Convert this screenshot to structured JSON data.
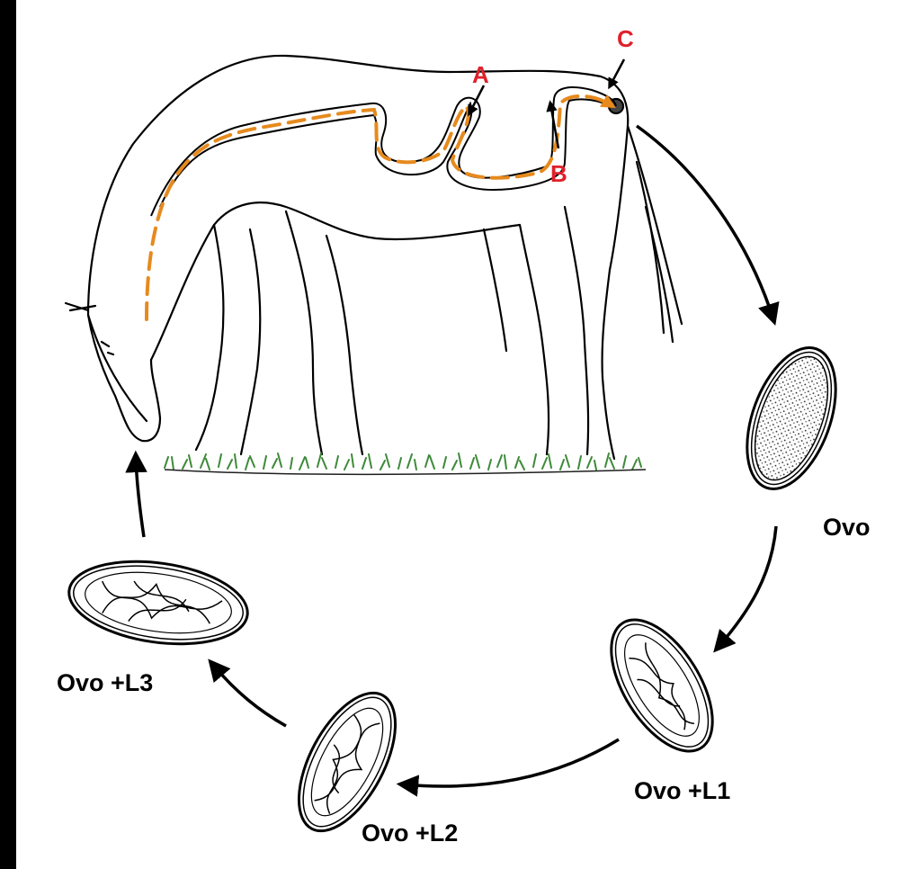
{
  "markers": {
    "a": "A",
    "b": "B",
    "c": "C"
  },
  "stages": {
    "egg": "Ovo",
    "egg_l1": "Ovo +L1",
    "egg_l2": "Ovo +L2",
    "egg_l3": "Ovo +L3"
  },
  "colors": {
    "background": "#000000",
    "panel": "#ffffff",
    "marker": "#e0202a",
    "pathway": "#e68a1e",
    "grass": "#3e8a3a",
    "outline": "#000000"
  },
  "icons": {
    "horse": "horse-grazing-illustration",
    "egg": "parasite-egg-icon",
    "cycle_arrow": "curved-arrow-icon"
  }
}
